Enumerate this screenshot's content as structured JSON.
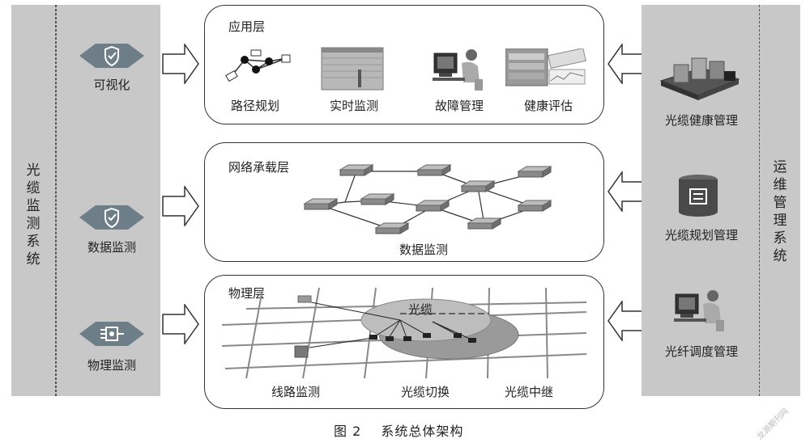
{
  "left_system": {
    "label": "光缆监测系统"
  },
  "left_modules": [
    {
      "label": "可视化",
      "icon": "shield-check-icon"
    },
    {
      "label": "数据监测",
      "icon": "shield-check-icon"
    },
    {
      "label": "物理监测",
      "icon": "monitor-device-icon"
    }
  ],
  "layers": {
    "application": {
      "title": "应用层",
      "items": [
        {
          "label": "路径规划",
          "icon": "route-planning-icon"
        },
        {
          "label": "实时监测",
          "icon": "monitoring-screen-icon"
        },
        {
          "label": "故障管理",
          "icon": "operator-computer-icon"
        },
        {
          "label": "健康评估",
          "icon": "health-assessment-icon"
        }
      ]
    },
    "network": {
      "title": "网络承载层",
      "label": "数据监测"
    },
    "physical": {
      "title": "物理层",
      "cable_label": "光缆",
      "items": [
        {
          "label": "线路监测"
        },
        {
          "label": "光缆切换"
        },
        {
          "label": "光缆中继"
        }
      ]
    }
  },
  "right_modules": [
    {
      "label": "光缆健康管理",
      "icon": "server-rack-icon"
    },
    {
      "label": "光缆规划管理",
      "icon": "database-icon"
    },
    {
      "label": "光纤调度管理",
      "icon": "operator-computer-icon"
    }
  ],
  "right_system": {
    "label": "运维管理系统"
  },
  "caption": {
    "figure": "图 2",
    "title": "系统总体架构"
  },
  "watermark": "龙源期刊网"
}
